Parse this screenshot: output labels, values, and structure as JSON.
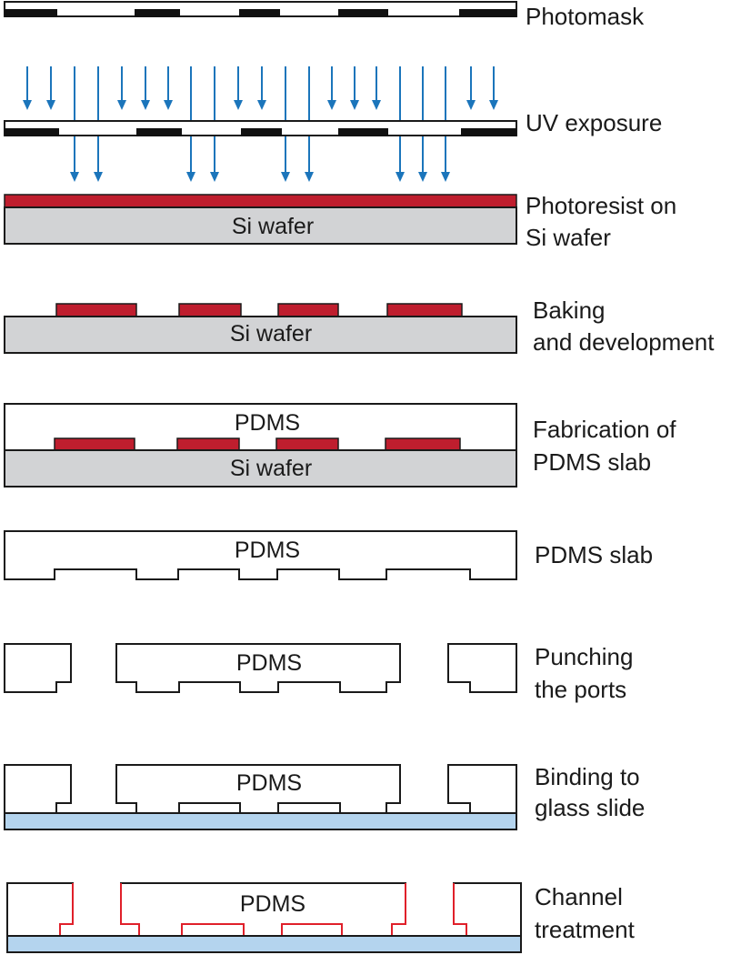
{
  "colors": {
    "outline": "#1a1a1a",
    "mask_chrome": "#111111",
    "uv_arrow": "#1b75bb",
    "photoresist": "#bf1e2e",
    "si_wafer": "#d2d3d5",
    "glass_slide": "#b4d4ee",
    "channel_treatment": "#e0202a"
  },
  "steps": [
    {
      "label": [
        "Photomask"
      ]
    },
    {
      "label": [
        "UV exposure"
      ]
    },
    {
      "label": [
        "Photoresist on",
        "Si wafer"
      ],
      "inner": "Si wafer"
    },
    {
      "label": [
        "Baking",
        "and development"
      ],
      "inner": "Si wafer"
    },
    {
      "label": [
        "Fabrication of",
        "PDMS slab"
      ],
      "inner_top": "PDMS",
      "inner": "Si wafer"
    },
    {
      "label": [
        "PDMS slab"
      ],
      "inner": "PDMS"
    },
    {
      "label": [
        "Punching",
        "the ports"
      ],
      "inner": "PDMS"
    },
    {
      "label": [
        "Binding to",
        "glass slide"
      ],
      "inner": "PDMS"
    },
    {
      "label": [
        "Channel",
        "treatment"
      ],
      "inner": "PDMS"
    }
  ],
  "icons": {
    "uv_arrows": "arrow-down-icon"
  }
}
